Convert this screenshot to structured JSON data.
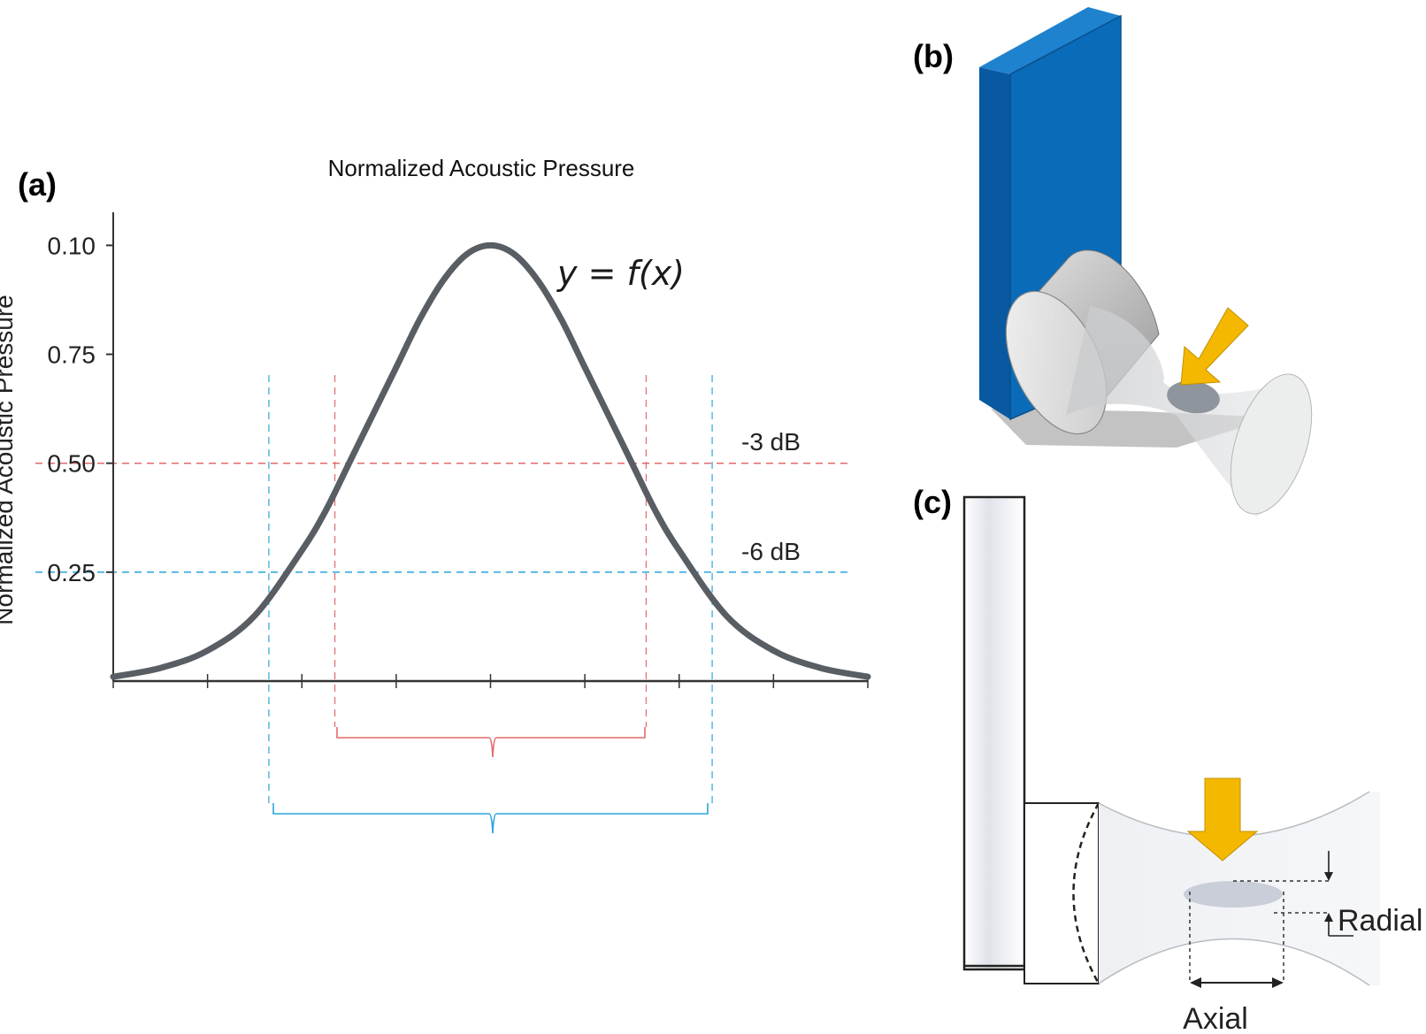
{
  "panels": {
    "a": "(a)",
    "b": "(b)",
    "c": "(c)"
  },
  "chart_data": {
    "type": "line",
    "title": "Normalized Acoustic Pressure",
    "ylabel": "Normalized Acoustic Pressure",
    "xlabel": "",
    "function_label": "y = f(x)",
    "y_tick_labels": [
      "0.25",
      "0.50",
      "0.75",
      "0.10"
    ],
    "y_tick_values": [
      0.25,
      0.5,
      0.75,
      1.0
    ],
    "ylim": [
      0,
      1.08
    ],
    "xlim": [
      -4,
      4
    ],
    "x_ticks": [
      -4,
      -3,
      -2,
      -1,
      0,
      1,
      2,
      3,
      4
    ],
    "grid": false,
    "series": [
      {
        "color": "#585e63",
        "x": [
          -4,
          -3.5,
          -3,
          -2.5,
          -2,
          -1.75,
          -1.5,
          -1.25,
          -1,
          -0.75,
          -0.5,
          -0.25,
          0,
          0.25,
          0.5,
          0.75,
          1,
          1.25,
          1.5,
          1.75,
          2,
          2.5,
          3,
          3.5,
          4
        ],
        "y": [
          0.01,
          0.03,
          0.07,
          0.15,
          0.3,
          0.39,
          0.5,
          0.61,
          0.72,
          0.83,
          0.92,
          0.98,
          1.0,
          0.98,
          0.92,
          0.83,
          0.72,
          0.61,
          0.5,
          0.39,
          0.3,
          0.15,
          0.07,
          0.03,
          0.01
        ]
      }
    ],
    "reference_lines": [
      {
        "label": "-3 dB",
        "y": 0.5,
        "color": "#e36a6a",
        "x_left": -1.65,
        "x_right": 1.65
      },
      {
        "label": "-6 dB",
        "y": 0.25,
        "color": "#2aa5dc",
        "x_left": -2.35,
        "x_right": 2.35
      }
    ]
  },
  "diagram_c": {
    "radial_label": "Radial",
    "axial_label": "Axial"
  },
  "colors": {
    "arrow": "#f5b800",
    "housing_blue": "#0a6bb8",
    "line_gray": "#585e63"
  }
}
